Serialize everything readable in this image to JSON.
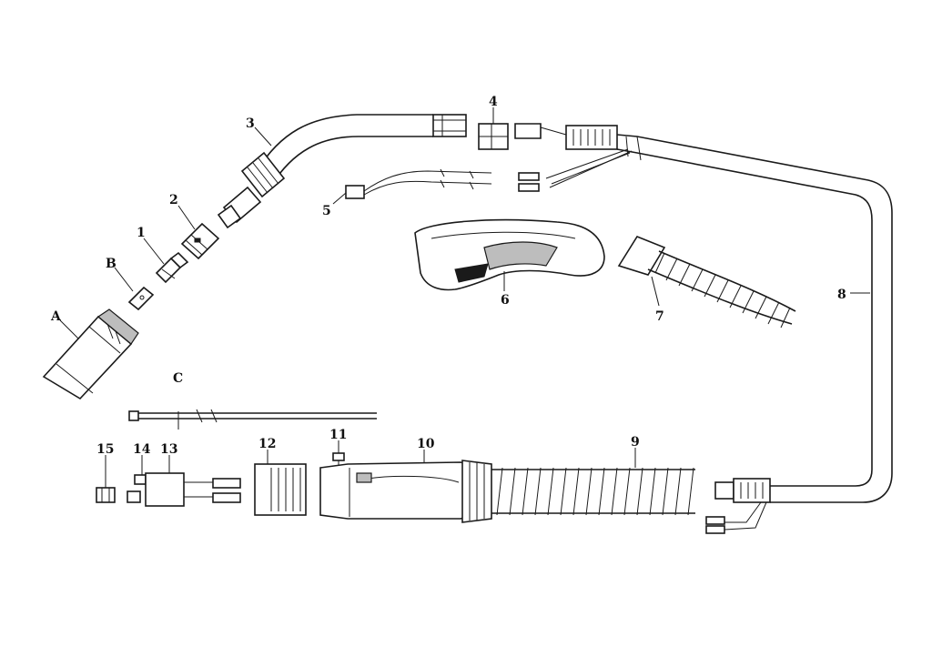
{
  "diagram": {
    "colors": {
      "line": "#1a1a1a",
      "fill": "#ffffff",
      "shade": "#bdbdbd"
    },
    "callouts": {
      "A": "A",
      "B": "B",
      "C": "C",
      "p1": "1",
      "p2": "2",
      "p3": "3",
      "p4": "4",
      "p5": "5",
      "p6": "6",
      "p7": "7",
      "p8": "8",
      "p9": "9",
      "p10": "10",
      "p11": "11",
      "p12": "12",
      "p13": "13",
      "p14": "14",
      "p15": "15"
    }
  }
}
